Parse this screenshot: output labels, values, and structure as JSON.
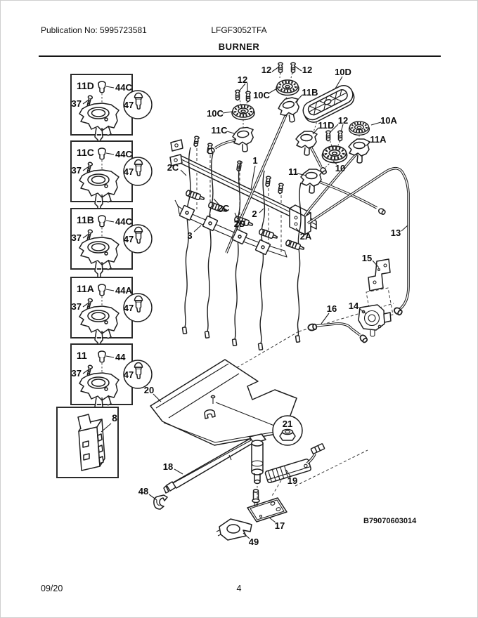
{
  "header": {
    "publication": "Publication No: 5995723581",
    "model": "LFGF3052TFA",
    "title": "BURNER"
  },
  "footer": {
    "revision_date": "09/20",
    "page_number": "4"
  },
  "diagram": {
    "watermark": "B79070603014",
    "detail_boxes": [
      {
        "id": "11D",
        "cap": "44C",
        "screw": "37",
        "orifice": "47"
      },
      {
        "id": "11C",
        "cap": "44C",
        "screw": "37",
        "orifice": "47"
      },
      {
        "id": "11B",
        "cap": "44C",
        "screw": "37",
        "orifice": "47"
      },
      {
        "id": "11A",
        "cap": "44A",
        "screw": "37",
        "orifice": "47"
      },
      {
        "id": "11",
        "cap": "44",
        "screw": "37",
        "orifice": "47"
      },
      {
        "id": "8"
      }
    ],
    "callouts": [
      {
        "part": "burner-screw-pair-left",
        "label": "12"
      },
      {
        "part": "burner-screw-pair-top-a",
        "label": "12"
      },
      {
        "part": "burner-screw-pair-top-b",
        "label": "12"
      },
      {
        "part": "round-burner-left",
        "label": "10C"
      },
      {
        "part": "round-burner-top",
        "label": "10C"
      },
      {
        "part": "oval-burner",
        "label": "10D"
      },
      {
        "part": "burner-body-11B",
        "label": "11B"
      },
      {
        "part": "burner-body-11C",
        "label": "11C"
      },
      {
        "part": "burner-body-11D",
        "label": "11D"
      },
      {
        "part": "burner-screw-pair-right",
        "label": "12"
      },
      {
        "part": "round-burner-right",
        "label": "10A"
      },
      {
        "part": "burner-body-11A",
        "label": "11A"
      },
      {
        "part": "round-burner-center",
        "label": "10"
      },
      {
        "part": "burner-body-11",
        "label": "11"
      },
      {
        "part": "igniter-wire-2C-upper",
        "label": "2C"
      },
      {
        "part": "gas-manifold-pipe",
        "label": "1"
      },
      {
        "part": "igniter-wire-2C-lower",
        "label": "2C"
      },
      {
        "part": "igniter-wire-2",
        "label": "2"
      },
      {
        "part": "igniter-wire-2D",
        "label": "2D"
      },
      {
        "part": "valve-bracket-rail",
        "label": "3"
      },
      {
        "part": "igniter-wire-2A",
        "label": "2A"
      },
      {
        "part": "regulator-supply-tube",
        "label": "13"
      },
      {
        "part": "regulator-bracket",
        "label": "15"
      },
      {
        "part": "pressure-regulator",
        "label": "14"
      },
      {
        "part": "oven-supply-tube",
        "label": "16"
      },
      {
        "part": "burner-box-heat-shield",
        "label": "20"
      },
      {
        "part": "shield-nut",
        "label": "21"
      },
      {
        "part": "burner-support-rail",
        "label": "18"
      },
      {
        "part": "oven-igniter",
        "label": "19"
      },
      {
        "part": "retainer-clip",
        "label": "48"
      },
      {
        "part": "orifice-holder-bracket",
        "label": "17"
      },
      {
        "part": "clamp-bracket",
        "label": "49"
      }
    ]
  }
}
